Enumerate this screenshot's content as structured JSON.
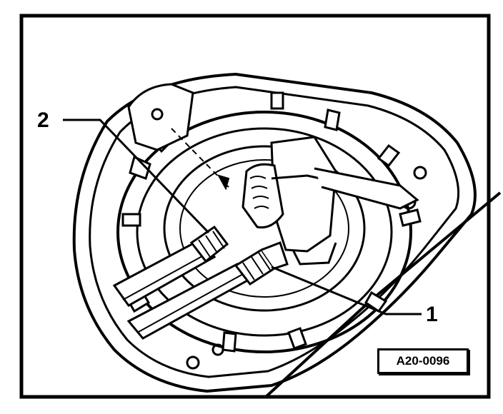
{
  "figure": {
    "callouts": [
      {
        "number": "1",
        "part": "fuel-line-connector-right"
      },
      {
        "number": "2",
        "part": "fuel-line-connector-left"
      }
    ],
    "figure_id": "A20-0096"
  }
}
